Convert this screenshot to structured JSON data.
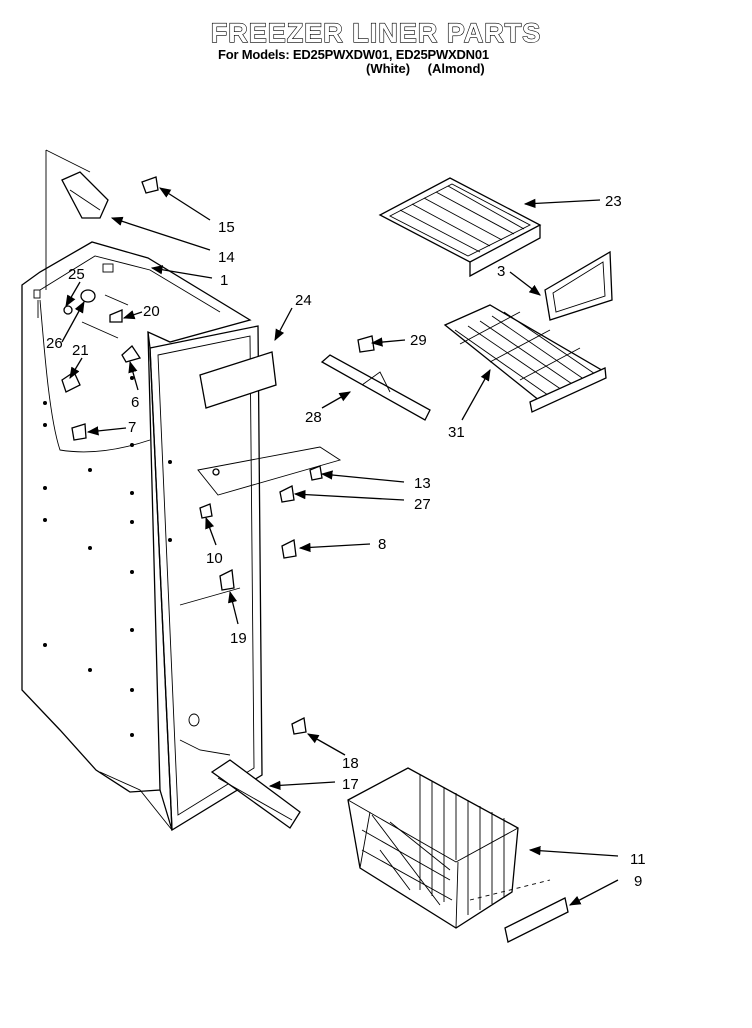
{
  "header": {
    "title": "FREEZER LINER PARTS",
    "models_line": "For Models: ED25PWXDW01, ED25PWXDN01",
    "color_white": "(White)",
    "color_almond": "(Almond)"
  },
  "callouts": {
    "c1": "1",
    "c3": "3",
    "c6": "6",
    "c7": "7",
    "c8": "8",
    "c9": "9",
    "c10": "10",
    "c11": "11",
    "c13": "13",
    "c14": "14",
    "c15": "15",
    "c17": "17",
    "c18": "18",
    "c19": "19",
    "c20": "20",
    "c21": "21",
    "c23": "23",
    "c24": "24",
    "c25": "25",
    "c26": "26",
    "c27": "27",
    "c28": "28",
    "c29": "29",
    "c31": "31"
  }
}
